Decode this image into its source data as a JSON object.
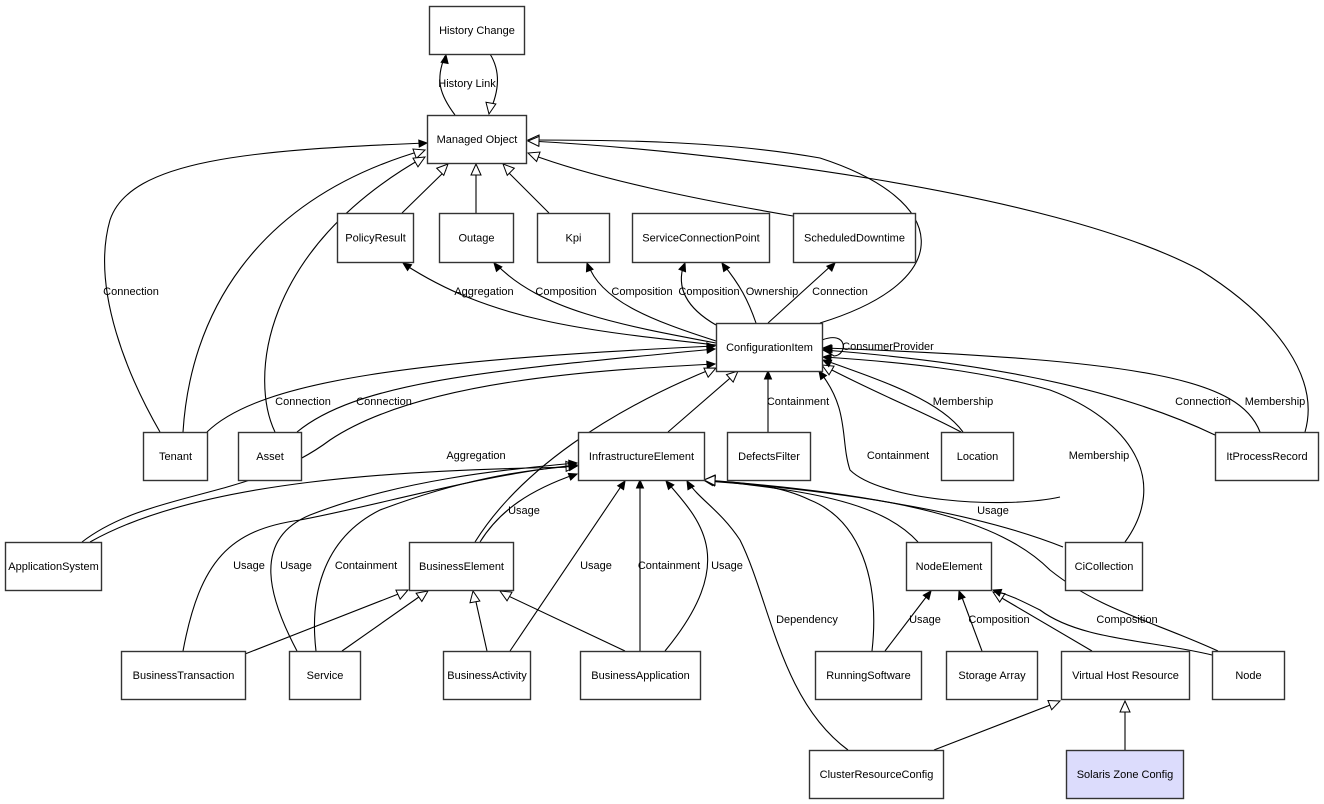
{
  "diagram": {
    "title": "Managed Object class model",
    "colors": {
      "node_fill": "#ffffff",
      "highlight_fill": "#dcdcfc",
      "stroke": "#000000"
    },
    "nodes": [
      {
        "id": "history_change",
        "label": "History Change"
      },
      {
        "id": "managed_object",
        "label": "Managed Object"
      },
      {
        "id": "policy_result",
        "label": "PolicyResult"
      },
      {
        "id": "outage",
        "label": "Outage"
      },
      {
        "id": "kpi",
        "label": "Kpi"
      },
      {
        "id": "service_connection_point",
        "label": "ServiceConnectionPoint"
      },
      {
        "id": "scheduled_downtime",
        "label": "ScheduledDowntime"
      },
      {
        "id": "configuration_item",
        "label": "ConfigurationItem"
      },
      {
        "id": "tenant",
        "label": "Tenant"
      },
      {
        "id": "asset",
        "label": "Asset"
      },
      {
        "id": "infrastructure_element",
        "label": "InfrastructureElement"
      },
      {
        "id": "defects_filter",
        "label": "DefectsFilter"
      },
      {
        "id": "location",
        "label": "Location"
      },
      {
        "id": "it_process_record",
        "label": "ItProcessRecord"
      },
      {
        "id": "application_system",
        "label": "ApplicationSystem"
      },
      {
        "id": "business_element",
        "label": "BusinessElement"
      },
      {
        "id": "node_element",
        "label": "NodeElement"
      },
      {
        "id": "ci_collection",
        "label": "CiCollection"
      },
      {
        "id": "business_transaction",
        "label": "BusinessTransaction"
      },
      {
        "id": "service",
        "label": "Service"
      },
      {
        "id": "business_activity",
        "label": "BusinessActivity"
      },
      {
        "id": "business_application",
        "label": "BusinessApplication"
      },
      {
        "id": "running_software",
        "label": "RunningSoftware"
      },
      {
        "id": "storage_array",
        "label": "Storage Array"
      },
      {
        "id": "virtual_host_resource",
        "label": "Virtual Host Resource"
      },
      {
        "id": "node",
        "label": "Node"
      },
      {
        "id": "cluster_resource_config",
        "label": "ClusterResourceConfig"
      },
      {
        "id": "solaris_zone_config",
        "label": "Solaris Zone Config",
        "highlighted": true
      }
    ],
    "edge_labels": [
      "History Link",
      "Connection",
      "Aggregation",
      "Composition",
      "Composition",
      "Composition",
      "Ownership",
      "Connection",
      "ConsumerProvider",
      "Connection",
      "Connection",
      "Containment",
      "Membership",
      "Connection",
      "Membership",
      "Aggregation",
      "Containment",
      "Membership",
      "Usage",
      "Usage",
      "Usage",
      "Usage",
      "Containment",
      "Usage",
      "Containment",
      "Usage",
      "Dependency",
      "Usage",
      "Composition",
      "Composition"
    ],
    "relationships": [
      {
        "from": "managed_object",
        "to": "history_change",
        "type": "association",
        "label": "History Link"
      },
      {
        "from": "history_change",
        "to": "managed_object",
        "type": "generalization"
      },
      {
        "from": "policy_result",
        "to": "managed_object",
        "type": "generalization"
      },
      {
        "from": "outage",
        "to": "managed_object",
        "type": "generalization"
      },
      {
        "from": "kpi",
        "to": "managed_object",
        "type": "generalization"
      },
      {
        "from": "scheduled_downtime",
        "to": "managed_object",
        "type": "generalization"
      },
      {
        "from": "configuration_item",
        "to": "managed_object",
        "type": "generalization"
      },
      {
        "from": "tenant",
        "to": "managed_object",
        "type": "association",
        "label": "Connection"
      },
      {
        "from": "tenant",
        "to": "managed_object",
        "type": "generalization"
      },
      {
        "from": "asset",
        "to": "managed_object",
        "type": "generalization"
      },
      {
        "from": "it_process_record",
        "to": "managed_object",
        "type": "generalization"
      },
      {
        "from": "configuration_item",
        "to": "policy_result",
        "type": "association",
        "label": "Aggregation"
      },
      {
        "from": "configuration_item",
        "to": "outage",
        "type": "association",
        "label": "Composition"
      },
      {
        "from": "configuration_item",
        "to": "kpi",
        "type": "association",
        "label": "Composition"
      },
      {
        "from": "configuration_item",
        "to": "service_connection_point",
        "type": "association",
        "label": "Composition"
      },
      {
        "from": "configuration_item",
        "to": "service_connection_point",
        "type": "association",
        "label": "Ownership"
      },
      {
        "from": "configuration_item",
        "to": "scheduled_downtime",
        "type": "association",
        "label": "Connection"
      },
      {
        "from": "configuration_item",
        "to": "configuration_item",
        "type": "association",
        "label": "ConsumerProvider"
      },
      {
        "from": "tenant",
        "to": "configuration_item",
        "type": "association",
        "label": "Connection"
      },
      {
        "from": "asset",
        "to": "configuration_item",
        "type": "association",
        "label": "Connection"
      },
      {
        "from": "defects_filter",
        "to": "configuration_item",
        "type": "association",
        "label": "Containment"
      },
      {
        "from": "location",
        "to": "configuration_item",
        "type": "association",
        "label": "Membership"
      },
      {
        "from": "location",
        "to": "configuration_item",
        "type": "generalization"
      },
      {
        "from": "it_process_record",
        "to": "configuration_item",
        "type": "association",
        "label": "Connection"
      },
      {
        "from": "it_process_record",
        "to": "configuration_item",
        "type": "association",
        "label": "Membership"
      },
      {
        "from": "application_system",
        "to": "configuration_item",
        "type": "association",
        "label": "Aggregation"
      },
      {
        "from": "infrastructure_element",
        "to": "configuration_item",
        "type": "generalization"
      },
      {
        "from": "business_element",
        "to": "configuration_item",
        "type": "generalization"
      },
      {
        "from": "ci_collection",
        "to": "configuration_item",
        "type": "association",
        "label": "Containment"
      },
      {
        "from": "ci_collection",
        "to": "configuration_item",
        "type": "association",
        "label": "Membership"
      },
      {
        "from": "application_system",
        "to": "infrastructure_element",
        "type": "generalization"
      },
      {
        "from": "business_element",
        "to": "infrastructure_element",
        "type": "association",
        "label": "Usage"
      },
      {
        "from": "business_transaction",
        "to": "infrastructure_element",
        "type": "association",
        "label": "Usage"
      },
      {
        "from": "service",
        "to": "infrastructure_element",
        "type": "association",
        "label": "Usage"
      },
      {
        "from": "service",
        "to": "infrastructure_element",
        "type": "association",
        "label": "Containment"
      },
      {
        "from": "business_activity",
        "to": "infrastructure_element",
        "type": "association",
        "label": "Usage"
      },
      {
        "from": "business_application",
        "to": "infrastructure_element",
        "type": "association",
        "label": "Containment"
      },
      {
        "from": "business_application",
        "to": "infrastructure_element",
        "type": "association",
        "label": "Usage"
      },
      {
        "from": "cluster_resource_config",
        "to": "infrastructure_element",
        "type": "association",
        "label": "Dependency"
      },
      {
        "from": "running_software",
        "to": "infrastructure_element",
        "type": "generalization"
      },
      {
        "from": "node_element",
        "to": "infrastructure_element",
        "type": "generalization"
      },
      {
        "from": "ci_collection",
        "to": "infrastructure_element",
        "type": "association",
        "label": "Usage"
      },
      {
        "from": "node",
        "to": "infrastructure_element",
        "type": "generalization"
      },
      {
        "from": "business_transaction",
        "to": "business_element",
        "type": "generalization"
      },
      {
        "from": "service",
        "to": "business_element",
        "type": "generalization"
      },
      {
        "from": "business_activity",
        "to": "business_element",
        "type": "generalization"
      },
      {
        "from": "business_application",
        "to": "business_element",
        "type": "generalization"
      },
      {
        "from": "running_software",
        "to": "node_element",
        "type": "association",
        "label": "Usage"
      },
      {
        "from": "storage_array",
        "to": "node_element",
        "type": "association",
        "label": "Composition"
      },
      {
        "from": "virtual_host_resource",
        "to": "node_element",
        "type": "generalization"
      },
      {
        "from": "node",
        "to": "node_element",
        "type": "association",
        "label": "Composition"
      },
      {
        "from": "cluster_resource_config",
        "to": "virtual_host_resource",
        "type": "generalization"
      },
      {
        "from": "solaris_zone_config",
        "to": "virtual_host_resource",
        "type": "generalization"
      }
    ]
  }
}
